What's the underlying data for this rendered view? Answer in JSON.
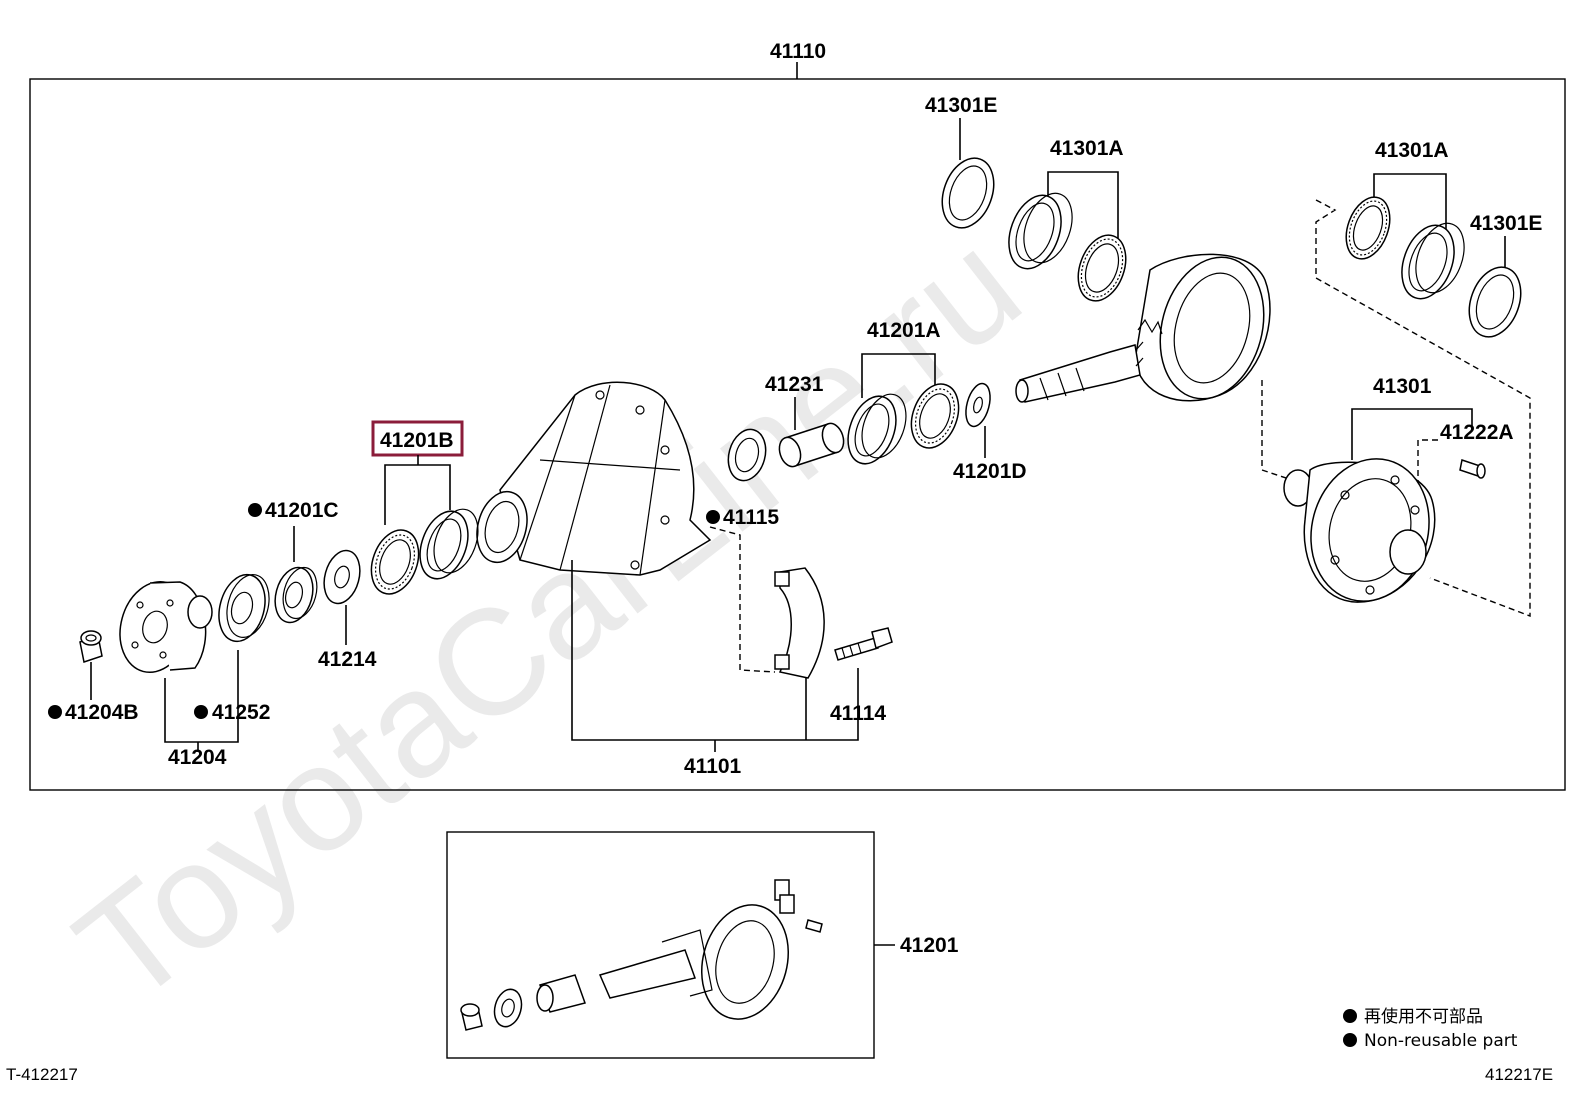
{
  "watermark": "ToyotaCarLine.ru",
  "callouts": {
    "assembly": "41110",
    "seal_top_left": "41301E",
    "bearing_top": "41301A",
    "bearing_right": "41301A",
    "seal_right": "41301E",
    "bearing_mid": "41201A",
    "spacer": "41231",
    "washer": "41201D",
    "case": "41301",
    "bolt_small": "41222A",
    "highlight_bearing": "41201B",
    "nut_c": "41201C",
    "seal_41115": "41115",
    "washer_41214": "41214",
    "nut": "41204B",
    "seal_41252": "41252",
    "flange": "41204",
    "carrier": "41101",
    "bolt_41114": "41114",
    "gear_set": "41201"
  },
  "legend": {
    "jp": "再使用不可部品",
    "en": "Non-reusable part"
  },
  "footer": {
    "left_code": "T-412217",
    "right_code": "412217E"
  },
  "colors": {
    "highlight": "#8b1c3a",
    "line": "#000000"
  }
}
